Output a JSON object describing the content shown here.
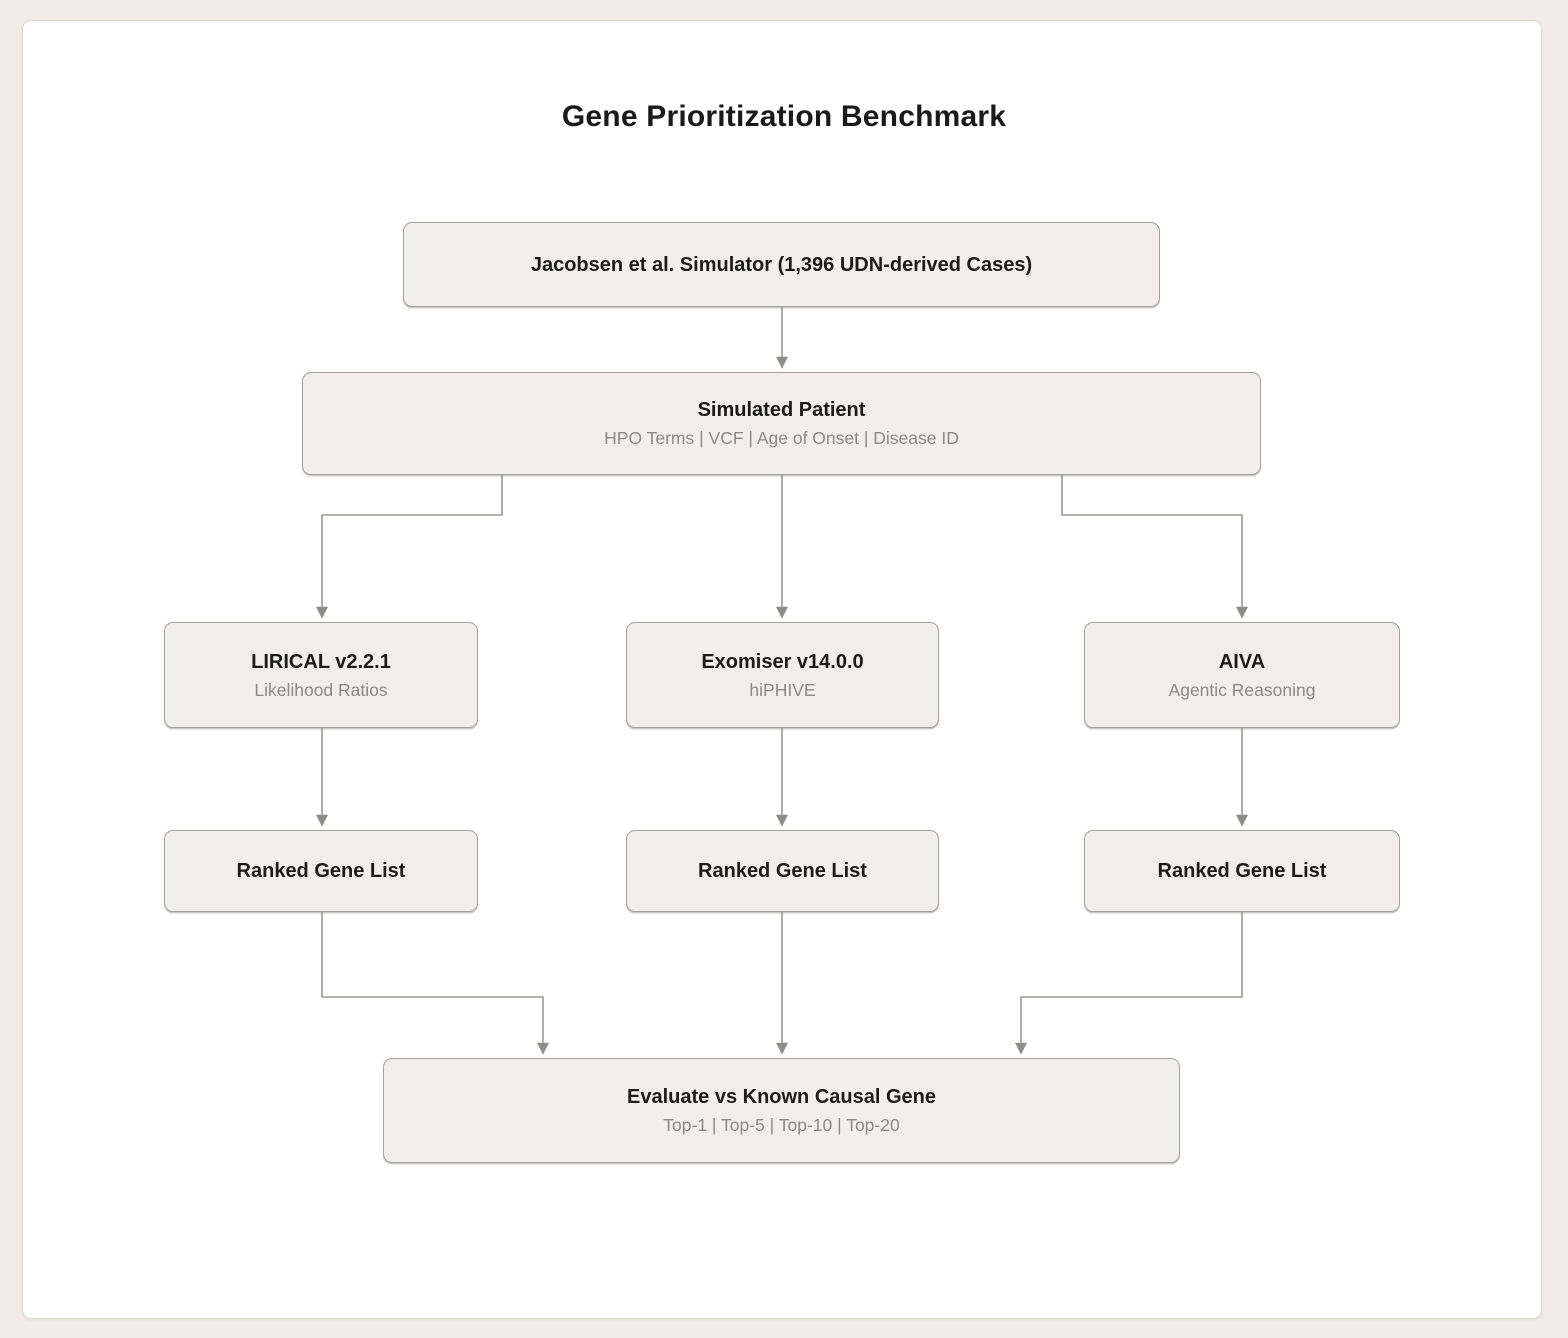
{
  "page": {
    "background": "#f0ece7",
    "card_background": "#ffffff"
  },
  "diagram": {
    "title": "Gene Prioritization Benchmark",
    "colors": {
      "node_fill": "#f0efeb",
      "node_border": "#a3a19c",
      "arrow": "#999995",
      "label_text": "#1b1b1b",
      "sublabel_text": "#8a8a8a"
    },
    "nodes": {
      "simulator": {
        "label": "Jacobsen et al. Simulator (1,396 UDN-derived Cases)"
      },
      "patient": {
        "label": "Simulated Patient",
        "sublabel": "HPO Terms | VCF | Age of Onset | Disease ID"
      },
      "lirical": {
        "label": "LIRICAL v2.2.1",
        "sublabel": "Likelihood Ratios"
      },
      "exomiser": {
        "label": "Exomiser v14.0.0",
        "sublabel": "hiPHIVE"
      },
      "aiva": {
        "label": "AIVA",
        "sublabel": "Agentic Reasoning"
      },
      "ranked_lirical": {
        "label": "Ranked Gene List"
      },
      "ranked_exomiser": {
        "label": "Ranked Gene List"
      },
      "ranked_aiva": {
        "label": "Ranked Gene List"
      },
      "evaluate": {
        "label": "Evaluate vs Known Causal Gene",
        "sublabel": "Top-1 | Top-5 | Top-10 | Top-20"
      }
    }
  }
}
